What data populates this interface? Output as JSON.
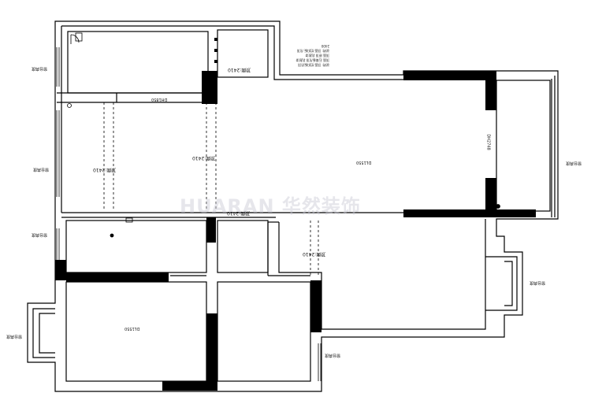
{
  "watermark": "HUARAN 华然装饰",
  "labels": {
    "ceiling_top": "顶面:2410",
    "ceiling_dining": "顶面:2410",
    "ceiling_living": "顶面:2410",
    "ceiling_corridor": "顶面:2410",
    "ceiling_bedroom": "顶面:2410",
    "area_living": "DL1550",
    "area_bedroom": "DL1550",
    "opening_bar": "DH1850",
    "balcony_height": "DH2748",
    "window_left_top": "窗台高度",
    "window_left_mid": "窗台高度",
    "window_left_mid2": "窗台高度",
    "window_left_bottom": "窗台高度",
    "window_right_top": "窗台高度",
    "window_right_mid": "窗台高度",
    "window_right_bottom": "窗台高度"
  },
  "notes": [
    "说明: 顶面 铝扣板吊顶",
    "顶面 石膏板吊顶 乳胶漆",
    "顶面 原顶 乳胶漆",
    "说明: 顶面 铝扣板 吊顶 2400"
  ]
}
